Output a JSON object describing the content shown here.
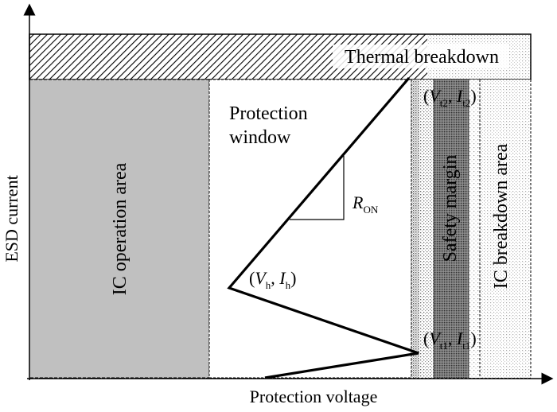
{
  "axes": {
    "y_label": "ESD current",
    "x_label": "Protection voltage"
  },
  "regions": {
    "thermal_breakdown": "Thermal breakdown",
    "ic_operation_area": "IC operation area",
    "protection_window_line1": "Protection",
    "protection_window_line2": "window",
    "safety_margin": "Safety margin",
    "ic_breakdown_area": "IC breakdown area"
  },
  "points": {
    "vt2_it2": {
      "open": "(",
      "v": "V",
      "v_sub": "t2",
      "sep": ", ",
      "i": "I",
      "i_sub": "t2",
      "close": ")"
    },
    "vh_ih": {
      "open": "(",
      "v": "V",
      "v_sub": "h",
      "sep": ", ",
      "i": "I",
      "i_sub": "h",
      "close": ")"
    },
    "vt1_it1": {
      "open": "(",
      "v": "V",
      "v_sub": "t1",
      "sep": ", ",
      "i": "I",
      "i_sub": "t1",
      "close": ")"
    }
  },
  "resistance": {
    "symbol": "R",
    "sub": "ON"
  },
  "colors": {
    "ic_operation_fill": "#c0c0c0",
    "safety_margin_dark": "#7a7a7a",
    "curve": "#000000"
  }
}
